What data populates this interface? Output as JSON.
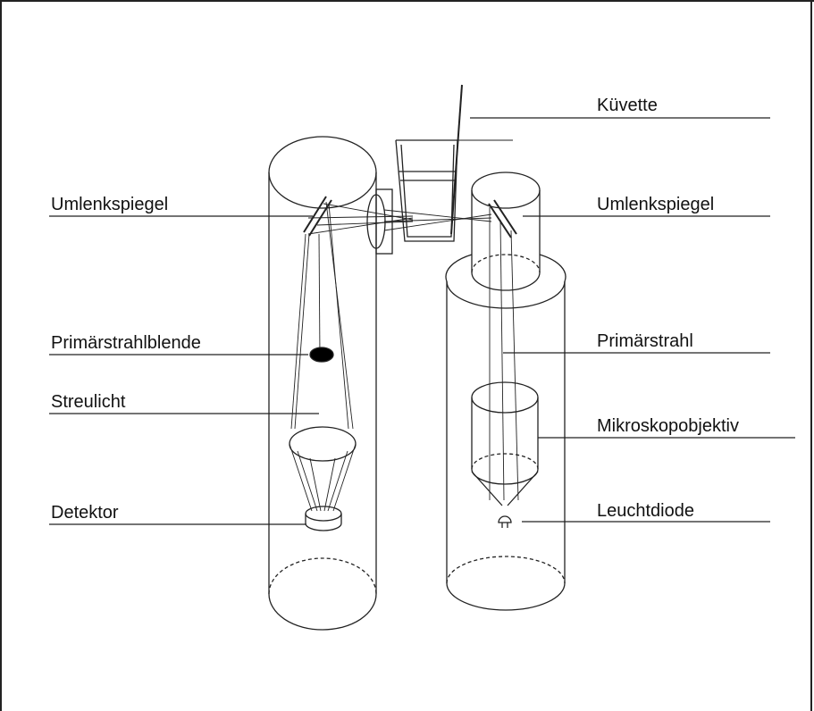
{
  "labels": {
    "kuevette": "Küvette",
    "umlenkspiegel_left": "Umlenkspiegel",
    "umlenkspiegel_right": "Umlenkspiegel",
    "primaerstrahlblende": "Primärstrahlblende",
    "primaerstrahl": "Primärstrahl",
    "streulicht": "Streulicht",
    "mikroskopobjektiv": "Mikroskopobjektiv",
    "detektor": "Detektor",
    "leuchtdiode": "Leuchtdiode"
  }
}
